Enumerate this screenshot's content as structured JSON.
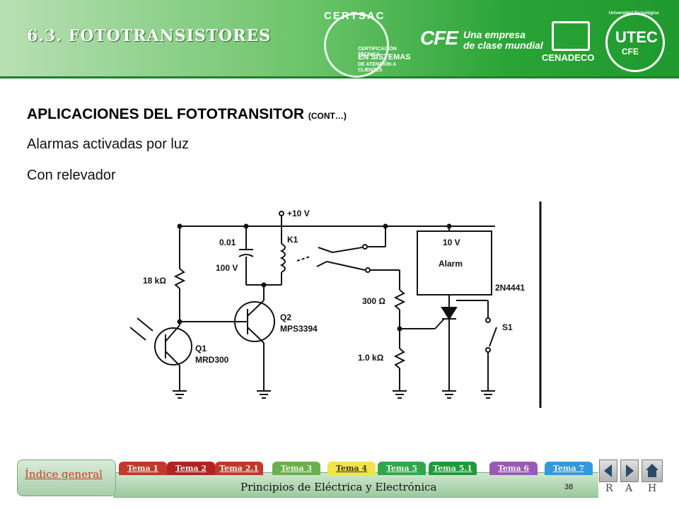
{
  "header": {
    "section_title": "6.3. FOTOTRANSISTORES",
    "logos": {
      "certsac": {
        "brand": "CERTSAC",
        "line1": "CERTIFICACIÓN TÉCNICA",
        "line2": "EN SISTEMAS",
        "line3": "DE ATENCIÓN A CLIENTES"
      },
      "cfe": {
        "mark": "CFE",
        "tagline1": "Una empresa",
        "tagline2": "de clase mundial"
      },
      "cenadeco": {
        "name": "CENADECO"
      },
      "utec": {
        "arc": "Universidad Tecnológica",
        "name": "UTEC",
        "sub": "CFE"
      }
    }
  },
  "content": {
    "heading": "APLICACIONES DEL FOTOTRANSITOR",
    "heading_suffix": "(CONT…)",
    "line1": "Alarmas activadas por luz",
    "line2": "Con relevador"
  },
  "circuit": {
    "supply": "+10 V",
    "relay": "K1",
    "cap_value": "0.01",
    "cap_voltage": "100 V",
    "r1": "18 kΩ",
    "r2": "300 Ω",
    "r3": "1.0 kΩ",
    "q1": "Q1",
    "q1_part": "MRD300",
    "q2": "Q2",
    "q2_part": "MPS3394",
    "alarm_voltage": "10 V",
    "alarm_label": "Alarm",
    "scr_part": "2N4441",
    "switch": "S1"
  },
  "footer": {
    "index_label": "Índice general",
    "title": "Principios de Eléctrica y Electrónica",
    "page_number": "38",
    "tabs": [
      {
        "label": "Tema 1",
        "color": "#c0392b"
      },
      {
        "label": "Tema 2",
        "color": "#b22222"
      },
      {
        "label": "Tema 2.1",
        "color": "#c0392b"
      },
      {
        "label": "Tema 3",
        "color": "#6ab04c"
      },
      {
        "label": "Tema 4",
        "color": "#f1e34b"
      },
      {
        "label": "Tema 5",
        "color": "#2ea84a"
      },
      {
        "label": "Tema 5.1",
        "color": "#1e9a3a"
      },
      {
        "label": "Tema 6",
        "color": "#9b59b6"
      },
      {
        "label": "Tema 7",
        "color": "#3498db"
      }
    ],
    "nav": {
      "r": "R",
      "a": "A",
      "h": "H"
    }
  }
}
